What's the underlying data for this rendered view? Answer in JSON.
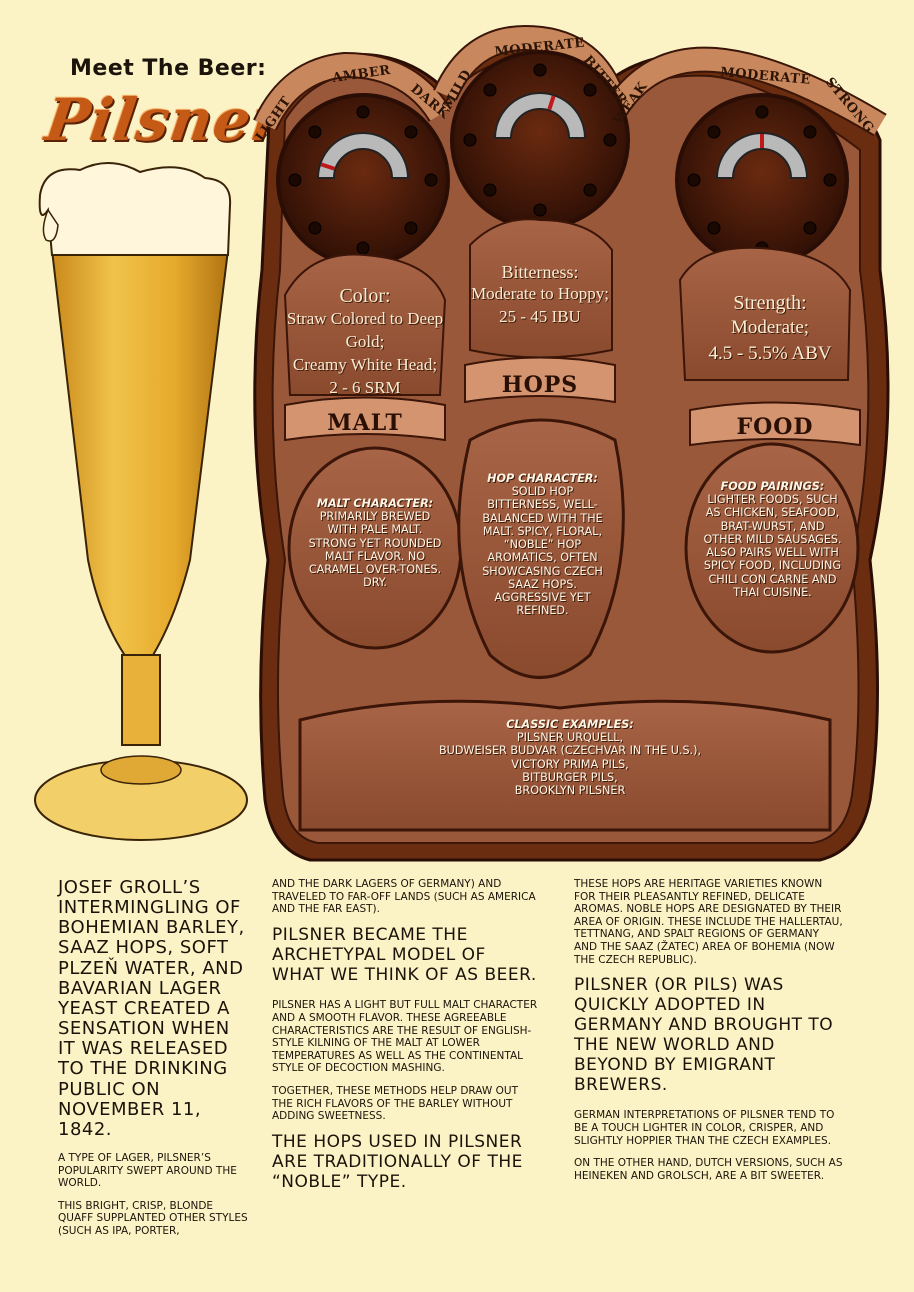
{
  "header": {
    "pre_title": "Meet The Beer:",
    "title": "Pilsner"
  },
  "gauges": {
    "color": {
      "labels": [
        "LIGHT",
        "AMBER",
        "DARK"
      ],
      "level": 0.1
    },
    "bitterness": {
      "labels": [
        "MILD",
        "MODERATE",
        "BITTER"
      ],
      "level": 0.6
    },
    "strength": {
      "labels": [
        "WEAK",
        "MODERATE",
        "STRONG"
      ],
      "level": 0.5
    }
  },
  "panels": {
    "color": {
      "label": "Color:",
      "line1": "Straw Colored to Deep Gold;",
      "line2": "Creamy White Head;",
      "line3": "2 - 6 SRM"
    },
    "bitterness": {
      "label": "Bitterness:",
      "line1": "Moderate to Hoppy;",
      "line2": "25 - 45 IBU"
    },
    "strength": {
      "label": "Strength:",
      "line1": "Moderate;",
      "line2": "4.5 - 5.5% ABV"
    }
  },
  "bands": {
    "malt": "MALT",
    "hops": "HOPS",
    "food": "FOOD"
  },
  "ovals": {
    "malt": {
      "head": "MALT CHARACTER:",
      "body": "PRIMARILY BREWED WITH PALE MALT. STRONG YET ROUNDED MALT FLAVOR. NO CARAMEL OVER-TONES. DRY."
    },
    "hops": {
      "head": "HOP CHARACTER:",
      "body": "SOLID HOP BITTERNESS, WELL-BALANCED WITH THE MALT. SPICY, FLORAL, “NOBLE” HOP AROMATICS, OFTEN SHOWCASING CZECH SAAZ HOPS. AGGRESSIVE YET REFINED."
    },
    "food": {
      "head": "FOOD PAIRINGS:",
      "body": "LIGHTER FOODS, SUCH AS CHICKEN, SEAFOOD, BRAT-WURST, AND OTHER MILD SAUSAGES. ALSO PAIRS WELL WITH SPICY FOOD, INCLUDING CHILI CON CARNE AND THAI CUISINE."
    }
  },
  "examples": {
    "head": "CLASSIC EXAMPLES:",
    "items": [
      "PILSNER URQUELL,",
      "BUDWEISER BUDVAR (CZECHVAR IN THE U.S.),",
      "VICTORY PRIMA PILS,",
      "BITBURGER PILS,",
      "BROOKLYN PILSNER"
    ]
  },
  "article": {
    "col1_lead": "JOSEF GROLL’S INTERMINGLING OF BOHEMIAN BARLEY, SAAZ HOPS, SOFT PLZEŇ WATER, AND BAVARIAN LAGER YEAST CREATED A SENSATION WHEN IT WAS RELEASED TO THE DRINKING PUBLIC ON NOVEMBER 11, 1842.",
    "col1_p1": "A TYPE OF LAGER, PILSNER’S POPULARITY SWEPT AROUND THE WORLD.",
    "col1_p2": "THIS BRIGHT, CRISP, BLONDE QUAFF SUPPLANTED OTHER STYLES (SUCH AS IPA, PORTER,",
    "col2_p1": "AND THE DARK LAGERS OF GERMANY) AND TRAVELED TO FAR-OFF LANDS (SUCH AS AMERICA AND THE FAR EAST).",
    "col2_h1": "PILSNER BECAME THE ARCHETYPAL MODEL OF WHAT WE THINK OF AS BEER.",
    "col2_p2": "PILSNER HAS A LIGHT BUT FULL MALT CHARACTER AND A SMOOTH FLAVOR. THESE AGREEABLE CHARACTERISTICS ARE THE RESULT OF ENGLISH-STYLE KILNING OF THE MALT AT LOWER TEMPERATURES AS WELL AS THE CONTINENTAL STYLE OF DECOCTION MASHING.",
    "col2_p3": "TOGETHER, THESE METHODS HELP DRAW OUT THE RICH FLAVORS OF THE BARLEY WITHOUT ADDING SWEETNESS.",
    "col2_h2": "THE HOPS USED IN PILSNER ARE TRADITIONALLY OF THE “NOBLE” TYPE.",
    "col3_p1": "THESE HOPS ARE HERITAGE VARIETIES KNOWN FOR THEIR PLEASANTLY REFINED, DELICATE AROMAS. NOBLE HOPS ARE DESIGNATED BY THEIR AREA OF ORIGIN. THESE INCLUDE THE HALLERTAU, TETTNANG, AND SPALT REGIONS OF GERMANY AND THE SAAZ (ŽATEC) AREA OF BOHEMIA (NOW THE CZECH REPUBLIC).",
    "col3_h1": "PILSNER (OR PILS) WAS QUICKLY ADOPTED IN GERMANY AND BROUGHT TO THE NEW WORLD AND BEYOND BY EMIGRANT BREWERS.",
    "col3_p2": "GERMAN INTERPRETATIONS OF PILSNER TEND TO BE A TOUCH LIGHTER IN COLOR, CRISPER, AND SLIGHTLY HOPPIER THAN THE CZECH EXAMPLES.",
    "col3_p3": "ON THE OTHER HAND, DUTCH VERSIONS, SUCH AS HEINEKEN AND GROLSCH, ARE A BIT SWEETER."
  },
  "colors": {
    "frame": "#6b2d10",
    "panel": "#9a583a",
    "beer": "#e8b23a",
    "title": "#c45a16",
    "background": "#fbf3c6"
  }
}
